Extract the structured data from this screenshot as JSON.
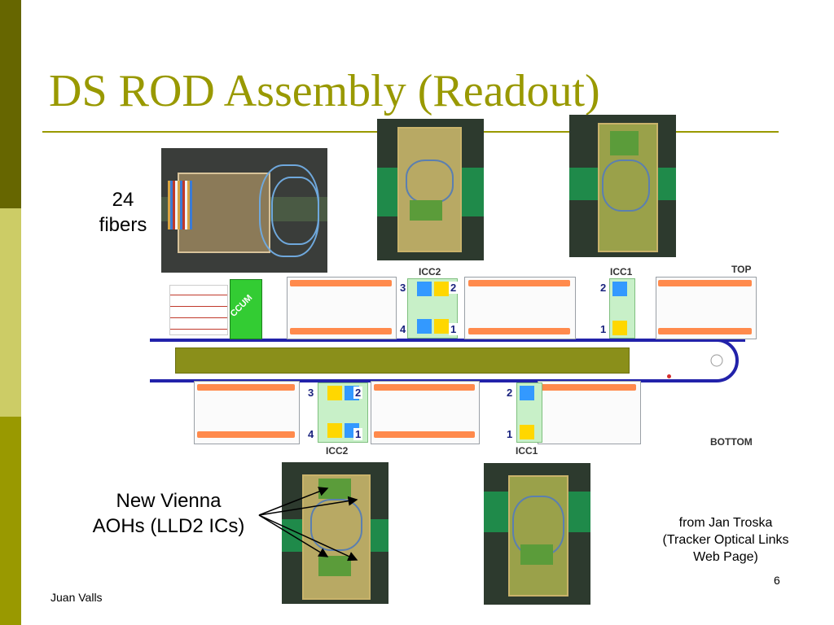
{
  "slide": {
    "title": "DS ROD Assembly (Readout)",
    "fibers_label": [
      "24",
      "fibers"
    ],
    "aoh_label": [
      "New Vienna",
      "AOHs (LLD2 ICs)"
    ],
    "credit": [
      "from Jan Troska",
      "(Tracker Optical Links",
      "Web Page)"
    ],
    "page_number": "6",
    "author": "Juan Valls"
  },
  "diagram": {
    "icc2_top": "ICC2",
    "icc1_top": "ICC1",
    "top": "TOP",
    "bottom": "BOTTOM",
    "icc2_bottom": "ICC2",
    "icc1_bottom": "ICC1",
    "ccum": "CCUM",
    "n1": "1",
    "n2": "2",
    "n3": "3",
    "n4": "4"
  },
  "colors": {
    "accent": "#999900",
    "bar_dark": "#666600",
    "bar_light": "#cccc66",
    "ring": "#2222aa",
    "rod": "#8a8f1a"
  }
}
